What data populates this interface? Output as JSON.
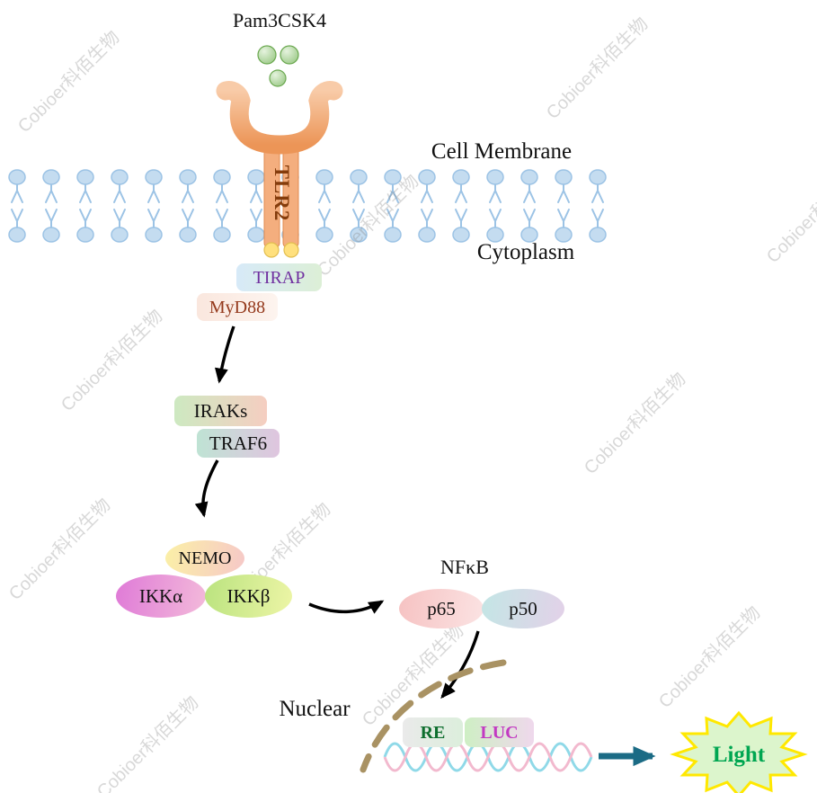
{
  "watermark": {
    "text": "Cobioer科佰生物"
  },
  "ligand": {
    "label": "Pam3CSK4"
  },
  "receptor": {
    "label": "TLR2"
  },
  "compartments": {
    "membrane": "Cell Membrane",
    "cytoplasm": "Cytoplasm",
    "nucleus": "Nuclear"
  },
  "adaptors": {
    "tirap": "TIRAP",
    "myd88": "MyD88"
  },
  "cascade": {
    "iraks": "IRAKs",
    "traf6": "TRAF6"
  },
  "ikk_complex": {
    "nemo": "NEMO",
    "alpha": "IKKα",
    "beta": "IKKβ"
  },
  "nfkb": {
    "label": "NFκB",
    "p65": "p65",
    "p50": "p50"
  },
  "reporter": {
    "re": "RE",
    "luc": "LUC"
  },
  "output": {
    "label": "Light"
  },
  "colors": {
    "membrane_blue": "#BDD7EE",
    "receptor_salmon": "#F2A878",
    "ligand_green": "#A8D08D",
    "anchor_yellow": "#FFE07D",
    "tirap_text": "#7030A0",
    "myd88_text": "#94391C",
    "tlr2_text": "#843C0C",
    "re_text": "#0E6E2E",
    "luc_text": "#C23AC2",
    "light_text": "#00A651",
    "nuclear_membrane": "#A99263",
    "arrow_black": "#000000",
    "arrow_teal": "#1B6B85",
    "dna_cyan": "#8FD9E8",
    "dna_pink": "#F2B9CE",
    "starburst_fill": "#DCF5CC",
    "starburst_stroke": "#FFE800"
  }
}
